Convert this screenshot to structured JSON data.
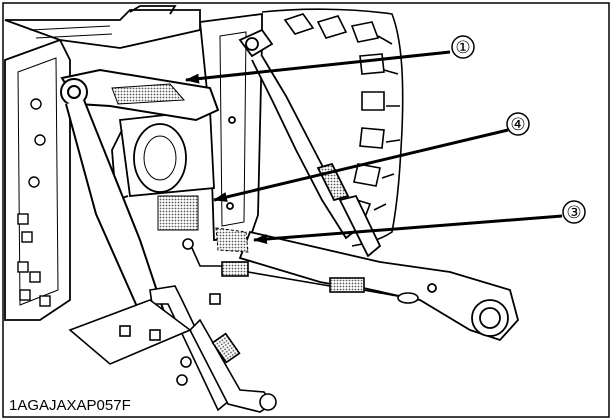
{
  "figure": {
    "code": "1AGAJAXAP057F",
    "callouts": [
      {
        "label": "①",
        "target": "upper decal on lift arm"
      },
      {
        "label": "④",
        "target": "decal on fender panel"
      },
      {
        "label": "③",
        "target": "decal near check chain"
      }
    ]
  },
  "colors": {
    "line": "#000000",
    "paper": "#ffffff",
    "decal": "#9a9a9a"
  }
}
